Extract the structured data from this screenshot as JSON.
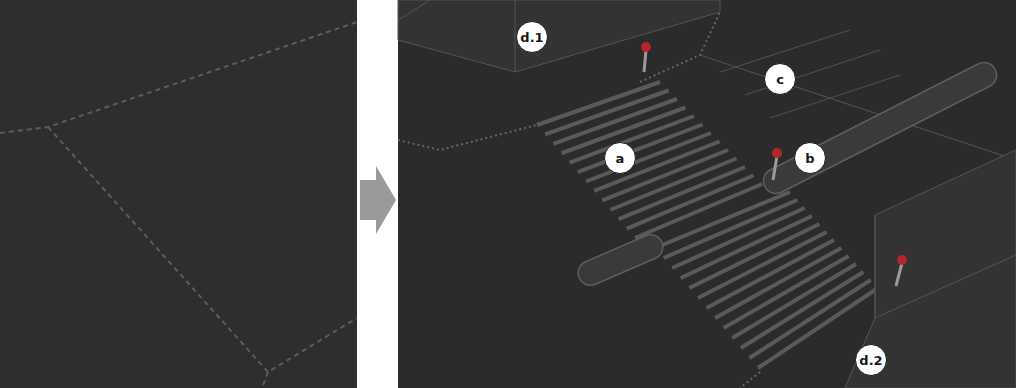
{
  "diagram": {
    "labels": [
      "d.1",
      "c",
      "a",
      "b",
      "d.2"
    ]
  }
}
